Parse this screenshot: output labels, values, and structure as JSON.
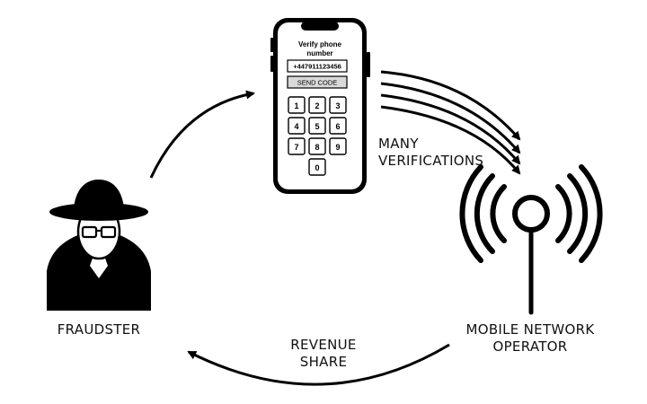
{
  "phone": {
    "title_line1": "Verify phone",
    "title_line2": "number",
    "phone_value": "+447911123456",
    "send_button_label": "SEND CODE",
    "keypad_keys": [
      "1",
      "2",
      "3",
      "4",
      "5",
      "6",
      "7",
      "8",
      "9",
      "0"
    ]
  },
  "labels": {
    "many_line1": "MANY",
    "many_line2": "VERIFICATIONS",
    "fraudster": "FRAUDSTER",
    "operator_line1": "MOBILE NETWORK",
    "operator_line2": "OPERATOR",
    "revenue_line1": "REVENUE",
    "revenue_line2": "SHARE"
  },
  "icons": {
    "fraudster": "spy-icon",
    "operator": "antenna-icon",
    "phone": "smartphone-icon"
  },
  "colors": {
    "ink": "#000000",
    "button_fill": "#d9d9d9",
    "background": "#ffffff"
  }
}
